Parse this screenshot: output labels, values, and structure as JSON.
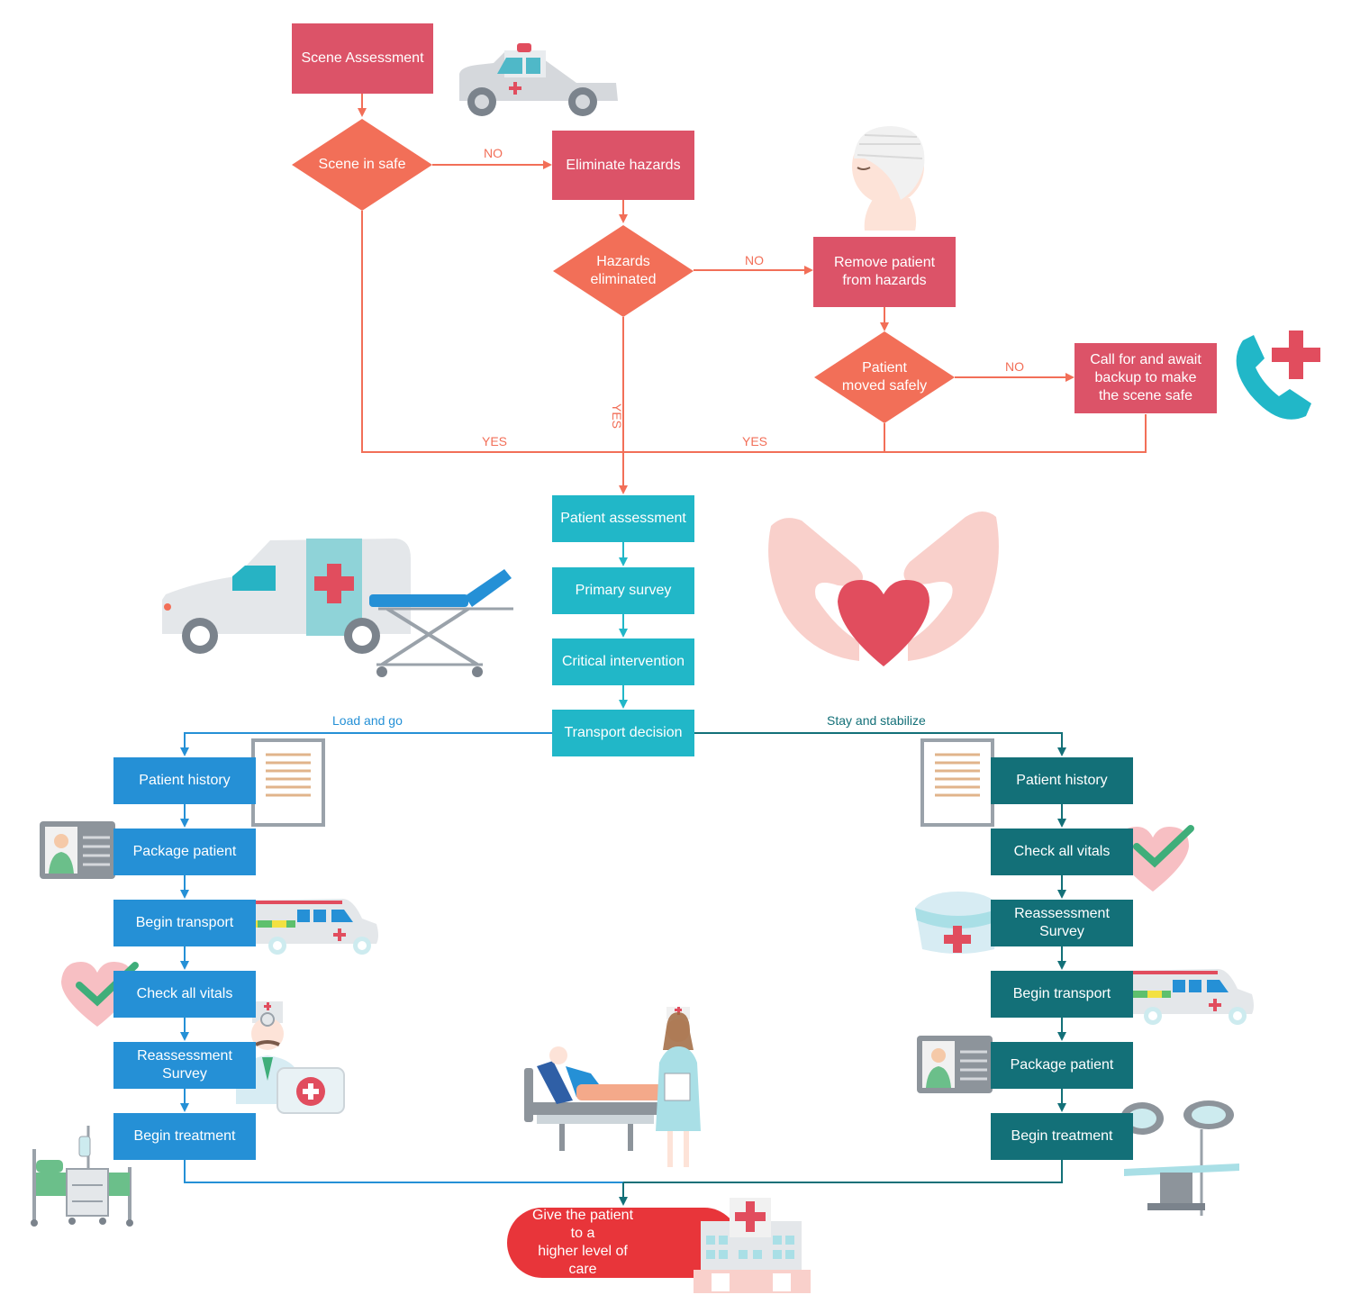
{
  "colors": {
    "red_box": "#dc5368",
    "orange_diamond": "#f26f58",
    "cyan_box": "#21b7c8",
    "blue_box": "#2590d6",
    "teal_box": "#137078",
    "final_pill": "#e8353a"
  },
  "top": {
    "scene_assessment": "Scene Assessment",
    "scene_safe": "Scene in safe",
    "eliminate_hazards": "Eliminate hazards",
    "hazards_eliminated": "Hazards\neliminated",
    "remove_patient": "Remove patient\nfrom hazards",
    "patient_moved": "Patient\nmoved safely",
    "call_backup": "Call for and await\nbackup to make\nthe scene safe"
  },
  "edge_labels": {
    "no1": "NO",
    "no2": "NO",
    "no3": "NO",
    "yes_vertical": "YES",
    "yes1": "YES",
    "yes2": "YES",
    "load_and_go": "Load and go",
    "stay_and_stabilize": "Stay and stabilize"
  },
  "middle": {
    "patient_assessment": "Patient assessment",
    "primary_survey": "Primary survey",
    "critical_intervention": "Critical intervention",
    "transport_decision": "Transport decision"
  },
  "left_branch": [
    "Patient history",
    "Package patient",
    "Begin transport",
    "Check all vitals",
    "Reassessment\nSurvey",
    "Begin treatment"
  ],
  "right_branch": [
    "Patient history",
    "Check all vitals",
    "Reassessment\nSurvey",
    "Begin transport",
    "Package patient",
    "Begin treatment"
  ],
  "final": "Give the patient to a\nhigher level of care",
  "icons": [
    "ambulance-pickup-icon",
    "bandaged-head-icon",
    "phone-plus-icon",
    "ambulance-stretcher-icon",
    "hands-heart-icon",
    "document-icon",
    "id-card-icon",
    "ambulance-van-icon",
    "heart-check-icon",
    "doctor-icon",
    "hospital-bed-icon",
    "patient-nurse-icon",
    "nurse-cap-icon",
    "surgery-lamp-icon",
    "hospital-building-icon"
  ]
}
